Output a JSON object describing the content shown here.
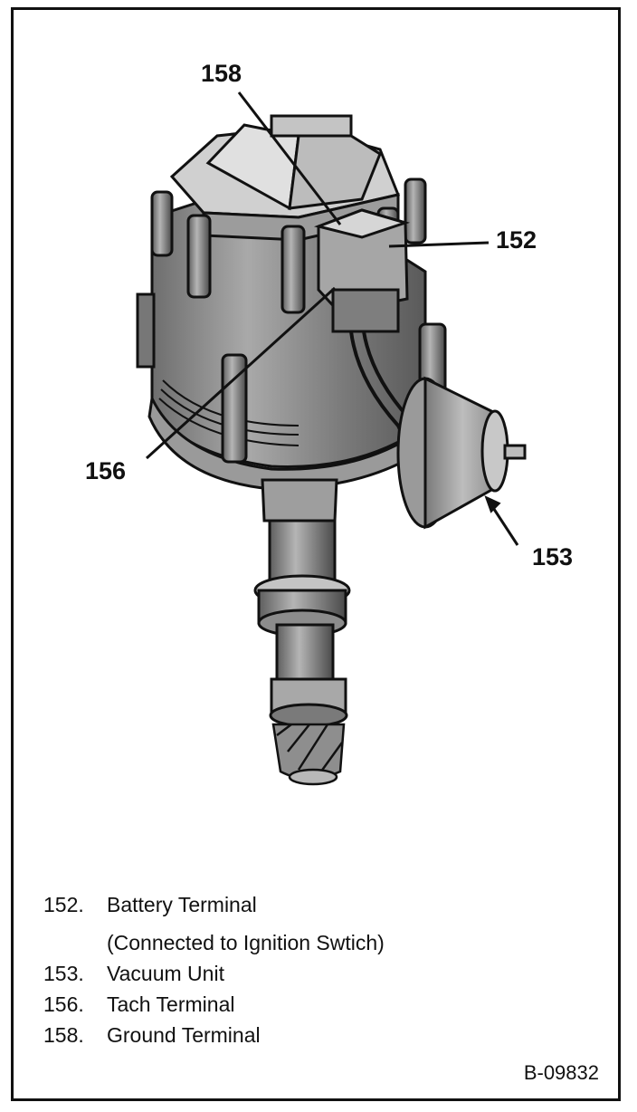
{
  "callouts": {
    "c158": "158",
    "c152": "152",
    "c156": "156",
    "c153": "153"
  },
  "legend": [
    {
      "number": "152.",
      "text": "Battery Terminal"
    },
    {
      "number": "",
      "text": "(Connected to Ignition Swtich)"
    },
    {
      "number": "153.",
      "text": "Vacuum Unit"
    },
    {
      "number": "156.",
      "text": "Tach Terminal"
    },
    {
      "number": "158.",
      "text": "Ground Terminal"
    }
  ],
  "figure_id": "B-09832",
  "colors": {
    "line": "#111111",
    "shade": "#8a8a8a",
    "light": "#c8c8c8",
    "paper": "#ffffff"
  }
}
